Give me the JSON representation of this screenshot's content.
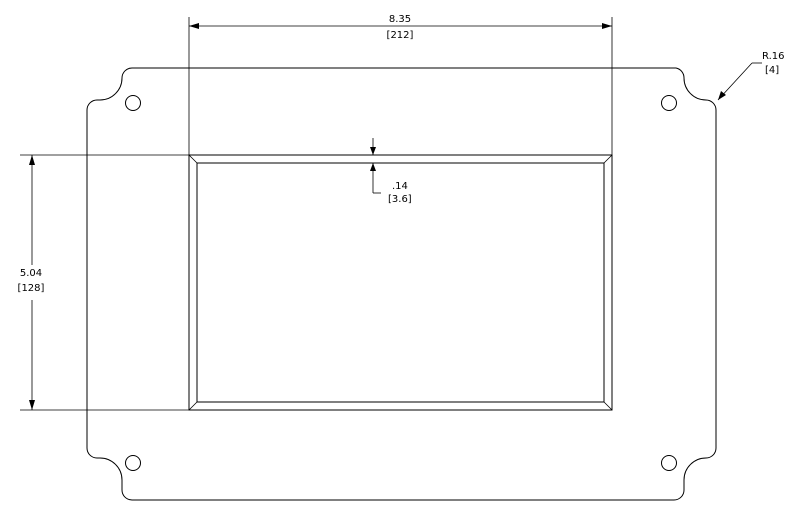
{
  "dimensions": {
    "width": {
      "value": "8.35",
      "metric": "[212]"
    },
    "height": {
      "value": "5.04",
      "metric": "[128]"
    },
    "border": {
      "value": ".14",
      "metric": "[3.6]"
    },
    "radius": {
      "value": "R.16",
      "metric": "[4]"
    }
  },
  "colors": {
    "line": "#000000",
    "background": "#ffffff"
  }
}
